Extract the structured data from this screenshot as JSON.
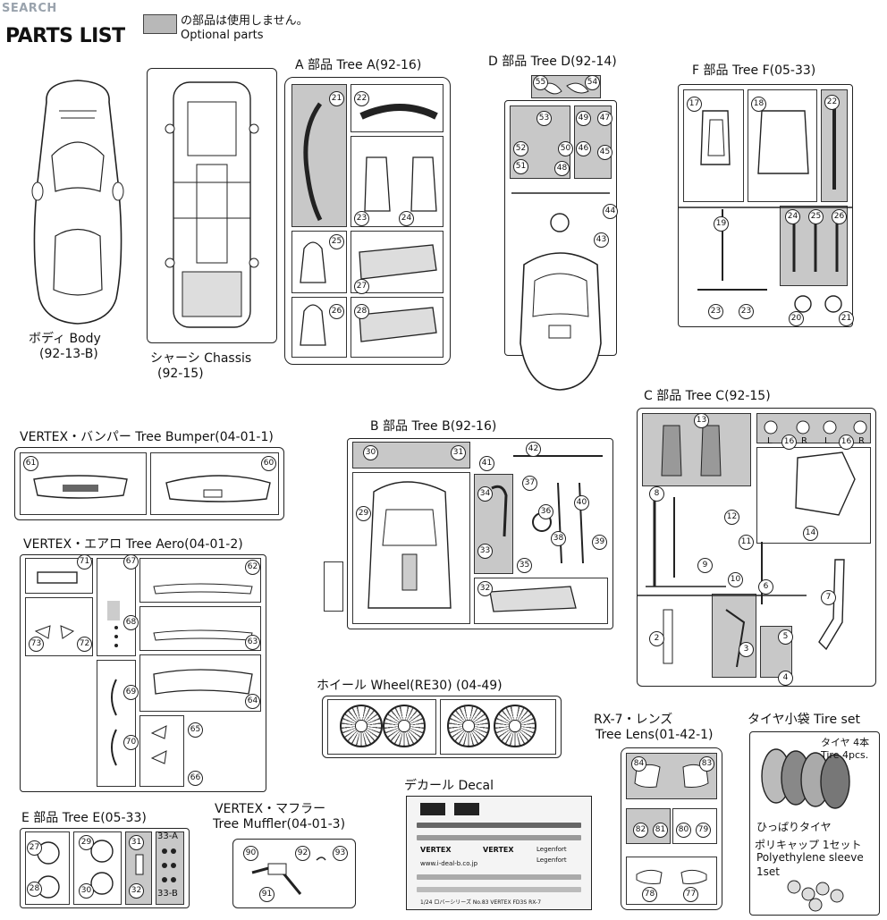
{
  "header": {
    "watermark": "SEARCH",
    "title": "PARTS LIST",
    "legend_jp": "の部品は使用しません。",
    "legend_en": "Optional parts"
  },
  "labels": {
    "body_jp": "ボディ Body",
    "body_code": "(92-13-B)",
    "chassis_jp": "シャーシ Chassis",
    "chassis_code": "(92-15)",
    "tree_a": "A 部品 Tree A(92-16)",
    "tree_d": "D 部品 Tree D(92-14)",
    "tree_f": "F 部品 Tree F(05-33)",
    "tree_c": "C 部品 Tree C(92-15)",
    "bumper": "VERTEX・バンパー Tree Bumper(04-01-1)",
    "tree_b": "B 部品 Tree B(92-16)",
    "aero": "VERTEX・エアロ Tree Aero(04-01-2)",
    "wheel": "ホイール Wheel(RE30) (04-49)",
    "lens_1": "RX-7・レンズ",
    "lens_2": "Tree Lens(01-42-1)",
    "tire_set": "タイヤ小袋 Tire set",
    "tire_jp": "タイヤ 4本",
    "tire_en": "Tire 4pcs.",
    "hippari": "ひっぱりタイヤ",
    "polycap_jp": "ポリキャップ 1セット",
    "polycap_en1": "Polyethylene sleeve",
    "polycap_en2": "1set",
    "decal": "デカール Decal",
    "tree_e": "E 部品 Tree E(05-33)",
    "muffler_1": "VERTEX・マフラー",
    "muffler_2": "Tree Muffler(04-01-3)",
    "decal_foot": "1/24 ロバーシリーズ No.83 VERTEX FD3S RX-7"
  },
  "tree_a_nums": [
    "21",
    "22",
    "23",
    "24",
    "25",
    "26",
    "27",
    "28"
  ],
  "tree_d_nums": [
    "55",
    "54",
    "53",
    "49",
    "47",
    "52",
    "50",
    "46",
    "45",
    "51",
    "48",
    "44",
    "43"
  ],
  "tree_f_nums": [
    "17",
    "18",
    "22",
    "19",
    "24",
    "25",
    "26",
    "23",
    "23",
    "20",
    "21"
  ],
  "tree_c_nums": [
    "13",
    "16",
    "16",
    "L",
    "R",
    "L",
    "R",
    "8",
    "12",
    "14",
    "11",
    "10",
    "9",
    "6",
    "7",
    "2",
    "3",
    "5",
    "4"
  ],
  "tree_b_nums": [
    "30",
    "31",
    "42",
    "41",
    "37",
    "34",
    "36",
    "40",
    "29",
    "33",
    "38",
    "39",
    "35",
    "32"
  ],
  "bumper_nums": [
    "61",
    "60"
  ],
  "aero_nums": [
    "71",
    "67",
    "68",
    "62",
    "73",
    "72",
    "63",
    "69",
    "64",
    "70",
    "65",
    "66"
  ],
  "lens_nums": [
    "84",
    "83",
    "82",
    "81",
    "80",
    "79",
    "78",
    "77"
  ],
  "tree_e_nums": [
    "27",
    "29",
    "31",
    "33-A",
    "28",
    "30",
    "32",
    "33-B"
  ],
  "muffler_nums": [
    "90",
    "92",
    "93",
    "91"
  ],
  "decal_texts": [
    "VERTEX",
    "VERTEX",
    "Legenfort",
    "Legenfort",
    "www.i-deal-b.co.jp"
  ]
}
